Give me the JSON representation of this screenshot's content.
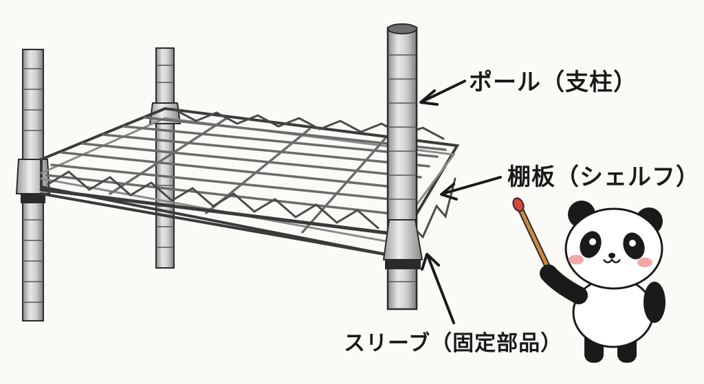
{
  "labels": {
    "pole": "ポール（支柱）",
    "shelf": "棚板（シェルフ）",
    "sleeve": "スリーブ（固定部品）"
  },
  "colors": {
    "background": "#fbfaf6",
    "metal": "#c9c9c9",
    "metal_dark": "#8f8f8f",
    "outline": "#2a2a2a",
    "panda_black": "#1a1a1a",
    "panda_blush": "#f4a7a7",
    "pointer_tip": "#d9463b",
    "pointer_stick": "#c98b3a"
  },
  "icons": [
    "panda-mascot",
    "pointer-stick",
    "arrow-pole",
    "arrow-shelf",
    "arrow-sleeve"
  ]
}
